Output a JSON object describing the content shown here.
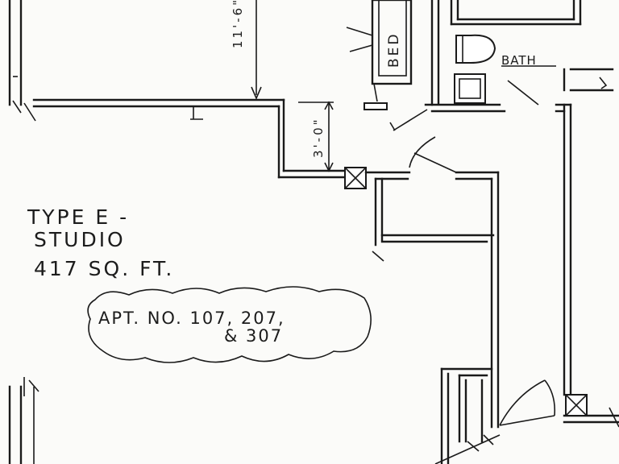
{
  "unit_type": {
    "line1": "TYPE E -",
    "line2": "STUDIO",
    "area": "417 SQ. FT."
  },
  "apartments": {
    "line1": "APT. NO. 107, 207,",
    "line2": "& 307"
  },
  "rooms": {
    "bath": "BATH",
    "bed": "BED"
  },
  "dimensions": {
    "vertical_top": "11'-6\"",
    "closet_depth": "3'-0\""
  },
  "colors": {
    "ink": "#1a1a1a",
    "paper": "#fbfbf9"
  }
}
